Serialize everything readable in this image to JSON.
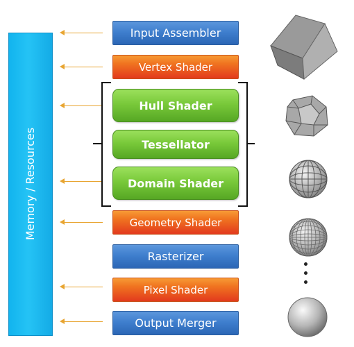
{
  "memory_label": "Memory / Resources",
  "stages": [
    {
      "label": "Input Assembler",
      "color": "blue"
    },
    {
      "label": "Vertex Shader",
      "color": "orange"
    },
    {
      "label": "Hull Shader",
      "color": "green"
    },
    {
      "label": "Tessellator",
      "color": "green"
    },
    {
      "label": "Domain Shader",
      "color": "green"
    },
    {
      "label": "Geometry Shader",
      "color": "orange"
    },
    {
      "label": "Rasterizer",
      "color": "blue"
    },
    {
      "label": "Pixel Shader",
      "color": "orange"
    },
    {
      "label": "Output Merger",
      "color": "blue"
    }
  ],
  "colors": {
    "blue": "#3f7fce",
    "orange": "#f07420",
    "green": "#79c93a",
    "memory": "#1bb6ef",
    "arrow": "#e8a531"
  },
  "shapes": [
    "cube-icon",
    "faceted-sphere-icon",
    "coarse-sphere-icon",
    "fine-sphere-icon",
    "ellipsis-dots-icon",
    "smooth-sphere-icon"
  ]
}
